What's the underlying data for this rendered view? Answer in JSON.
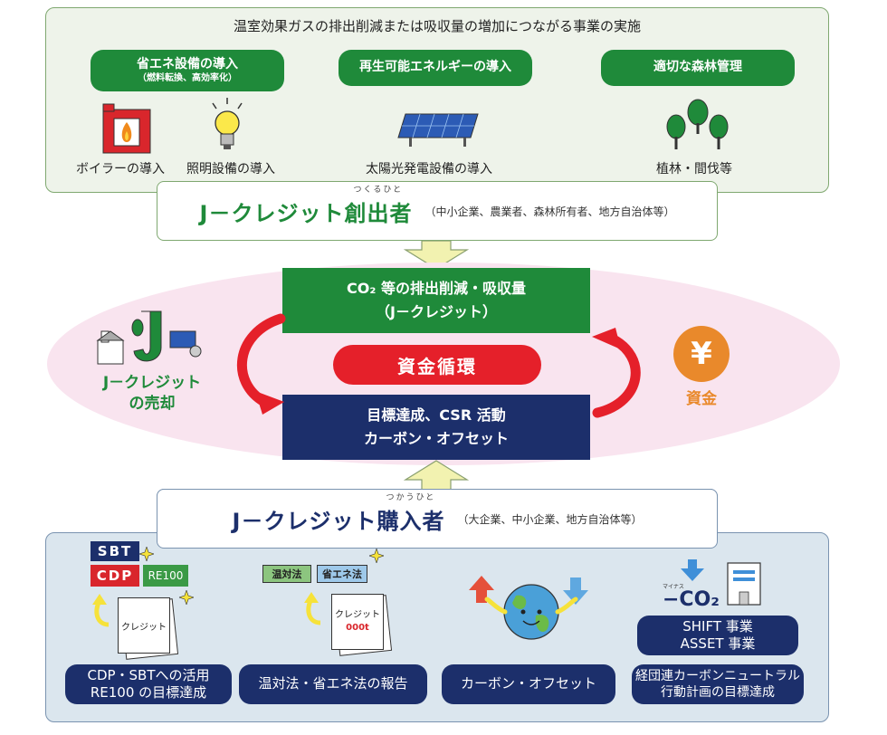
{
  "top": {
    "header": "温室効果ガスの排出削減または吸収量の増加につながる事業の実施",
    "categories": [
      {
        "label": "省エネ設備の導入",
        "sub": "（燃料転換、高効率化）"
      },
      {
        "label": "再生可能エネルギーの導入",
        "sub": ""
      },
      {
        "label": "適切な森林管理",
        "sub": ""
      }
    ],
    "captions": {
      "boiler": "ボイラーの導入",
      "lighting": "照明設備の導入",
      "solar": "太陽光発電設備の導入",
      "forest": "植林・間伐等"
    }
  },
  "creator": {
    "title": "J－クレジット創出者",
    "ruby": "つくるひと",
    "sub": "（中小企業、農業者、森林所有者、地方自治体等）"
  },
  "middle": {
    "green_line1": "CO₂ 等の排出削減・吸収量",
    "green_line2": "（J－クレジット）",
    "fund_cycle": "資金循環",
    "navy_line1": "目標達成、CSR 活動",
    "navy_line2": "カーボン・オフセット",
    "left_label_line1": "J－クレジット",
    "left_label_line2": "の売却",
    "right_label": "資金",
    "yen_symbol": "¥"
  },
  "buyer": {
    "title": "J－クレジット購入者",
    "ruby": "つかうひと",
    "sub": "（大企業、中小企業、地方自治体等）"
  },
  "bottom": {
    "badges": {
      "sbt": "SBT",
      "cdp": "CDP",
      "re100": "RE100",
      "ontaiho": "温対法",
      "shoene": "省エネ法"
    },
    "doc_text": "クレジット",
    "doc_amount": "000t",
    "minus_co2": "−CO₂",
    "minus_small": "マイナス",
    "items": [
      {
        "line1": "CDP・SBTへの活用",
        "line2": "RE100 の目標達成"
      },
      {
        "line1": "温対法・省エネ法の報告",
        "line2": ""
      },
      {
        "line1": "カーボン・オフセット",
        "line2": ""
      },
      {
        "line1": "経団連カーボンニュートラル",
        "line2": "行動計画の目標達成"
      }
    ],
    "shift_line1": "SHIFT 事業",
    "shift_line2": "ASSET 事業"
  },
  "colors": {
    "green": "#1f8a3a",
    "navy": "#1c2f6b",
    "red": "#e5202a",
    "orange": "#e9892b",
    "pink": "#f9e4ef"
  }
}
